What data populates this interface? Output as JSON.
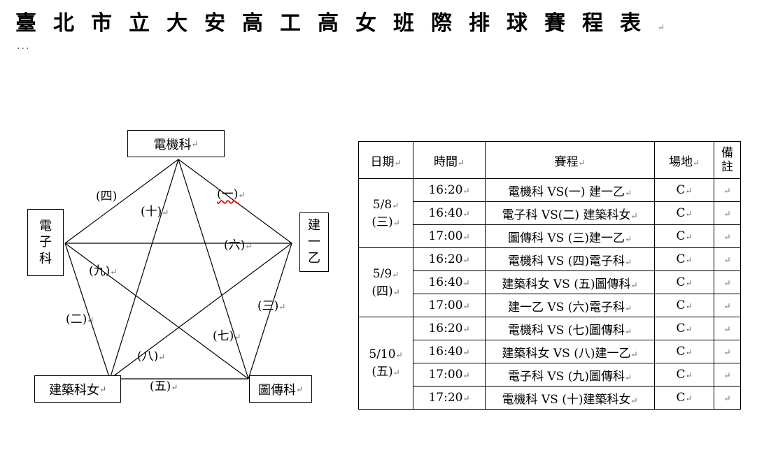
{
  "title": "臺北市立大安高工高女班際排球賽程表",
  "paragraph_mark": "↵",
  "dots": "···",
  "diagram": {
    "teams": {
      "top": "電機科",
      "left": [
        "電",
        "子",
        "科"
      ],
      "right": [
        "建",
        "一",
        "乙"
      ],
      "bottom_left": "建築科女",
      "bottom_right": "圖傳科"
    },
    "match_labels": {
      "m1": "(一)",
      "m2": "(二)",
      "m3": "(三)",
      "m4": "(四)",
      "m5": "(五)",
      "m6": "(六)",
      "m7": "(七)",
      "m8": "(八)",
      "m9": "(九)",
      "m10": "(十)"
    }
  },
  "schedule": {
    "headers": {
      "date": "日期",
      "time": "時間",
      "match": "賽程",
      "venue": "場地",
      "note": [
        "備",
        "註"
      ]
    },
    "days": [
      {
        "date": "5/8",
        "weekday": "(三)",
        "rows": [
          {
            "time": "16:20",
            "match": "電機科 VS(一) 建一乙",
            "venue": "C"
          },
          {
            "time": "16:40",
            "match": "電子科 VS(二) 建築科女",
            "venue": "C"
          },
          {
            "time": "17:00",
            "match": "圖傳科 VS (三)建一乙",
            "venue": "C"
          }
        ]
      },
      {
        "date": "5/9",
        "weekday": "(四)",
        "rows": [
          {
            "time": "16:20",
            "match": "電機科 VS (四)電子科",
            "venue": "C"
          },
          {
            "time": "16:40",
            "match": "建築科女 VS (五)圖傳科",
            "venue": "C"
          },
          {
            "time": "17:00",
            "match": "建一乙 VS (六)電子科",
            "venue": "C"
          }
        ]
      },
      {
        "date": "5/10",
        "weekday": "(五)",
        "rows": [
          {
            "time": "16:20",
            "match": "電機科 VS (七)圖傳科",
            "venue": "C"
          },
          {
            "time": "16:40",
            "match": "建築科女 VS (八)建一乙",
            "venue": "C"
          },
          {
            "time": "17:00",
            "match": "電子科 VS (九)圖傳科",
            "venue": "C"
          },
          {
            "time": "17:20",
            "match": "電機科 VS (十)建築科女",
            "venue": "C"
          }
        ]
      }
    ]
  }
}
